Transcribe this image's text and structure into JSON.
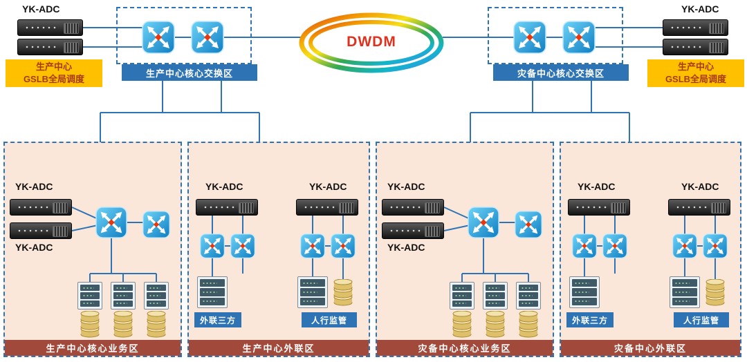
{
  "diagram": {
    "top": {
      "left_adc_label": "YK-ADC",
      "right_adc_label": "YK-ADC",
      "left_gslb": {
        "line1": "生产中心",
        "line2": "GSLB全局调度"
      },
      "right_gslb": {
        "line1": "生产中心",
        "line2": "GSLB全局调度"
      },
      "left_core_switch_zone": "生产中心核心交换区",
      "right_core_switch_zone": "灾备中心核心交换区",
      "dwdm_label": "DWDM"
    },
    "panels": [
      {
        "title": "生产中心核心业务区",
        "adc_top": "YK-ADC",
        "adc_bottom": "YK-ADC"
      },
      {
        "title": "生产中心外联区",
        "left_group": {
          "adc": "YK-ADC",
          "tag": "外联三方"
        },
        "right_group": {
          "adc": "YK-ADC",
          "tag": "人行监管"
        }
      },
      {
        "title": "灾备中心核心业务区",
        "adc_top": "YK-ADC",
        "adc_bottom": "YK-ADC"
      },
      {
        "title": "灾备中心外联区",
        "left_group": {
          "adc": "YK-ADC",
          "tag": "外联三方"
        },
        "right_group": {
          "adc": "YK-ADC",
          "tag": "人行监管"
        }
      }
    ],
    "colors": {
      "connector_line": "#2E74B5",
      "zone_label_bg": "#2E74B5",
      "panel_bg": "#FBE7DA",
      "panel_title_bg": "#A14A3B",
      "badge_bg": "#FFC000",
      "badge_text": "#A63A0F",
      "dwdm_text": "#E0301E",
      "switch_icon_blue": "#1E9BE0"
    },
    "icons": {
      "switch": "network-switch-icon",
      "server": "adc-server-appliance-icon",
      "rack": "server-rack-icon",
      "cylinder": "database-storage-icon",
      "ring": "dwdm-optical-ring-icon"
    }
  }
}
